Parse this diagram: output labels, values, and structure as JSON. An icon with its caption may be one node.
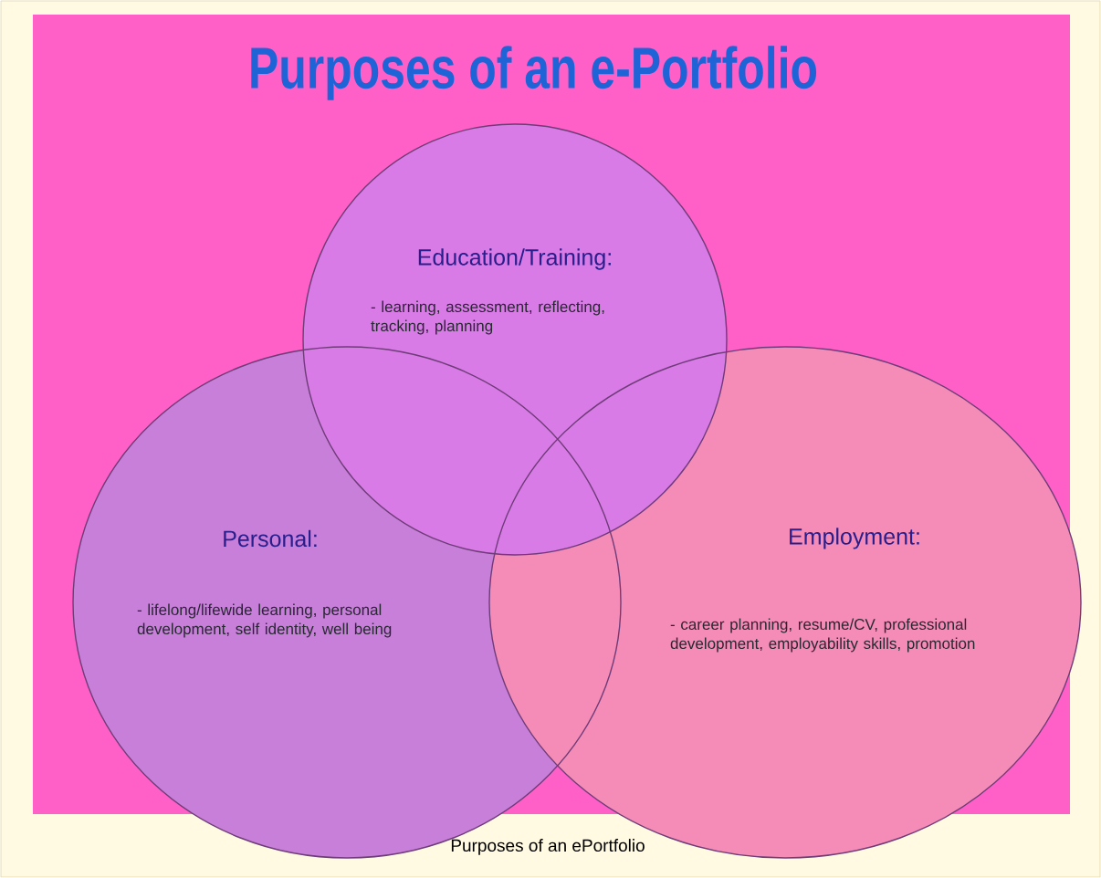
{
  "diagram": {
    "title": "Purposes of an e-Portfolio",
    "caption": "Purposes of an ePortfolio",
    "nodes": [
      {
        "text": [
          "Education/Training:",
          "- learning, assessment, reflecting, tracking, planning"
        ]
      },
      {
        "text": [
          "Personal:",
          "- lifelong/lifewide learning, personal development, self identity, well being"
        ]
      },
      {
        "text": [
          "Employment:",
          "- career planning, resume/CV, professional development, employability skills, promotion"
        ]
      }
    ]
  }
}
